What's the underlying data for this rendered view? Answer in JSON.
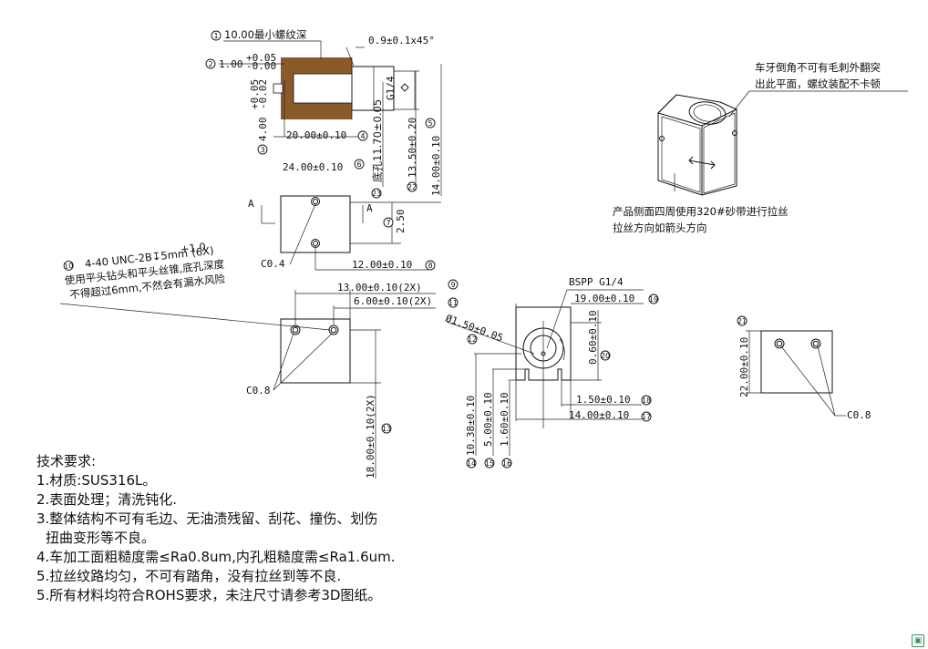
{
  "drawing": {
    "top_view": {
      "callouts": [
        {
          "num": "1",
          "text": "10.00最小螺纹深"
        },
        {
          "num": "2",
          "text": "1.00",
          "tol_plus": "+0.05",
          "tol_minus": "-0.00"
        },
        {
          "num": "3",
          "text": "4.00",
          "tol_plus": "+0.05",
          "tol_minus": "-0.02"
        },
        {
          "num": "4",
          "text": "20.00±0.10"
        },
        {
          "num": "5",
          "text": "13.50±0.20"
        },
        {
          "num": "6",
          "text": "24.00±0.10"
        },
        {
          "num": "22",
          "text": "14.00±0.10"
        },
        {
          "num": "23",
          "text": "底孔11.70±0.05"
        },
        {
          "num": "7",
          "text": "2.50"
        },
        {
          "num": "8",
          "text": "12.00±0.10"
        }
      ],
      "chamfer": "0.9±0.1x45°",
      "thread": "G1/4",
      "section_label": "A",
      "chamfer_note": "C0.4"
    },
    "front_view": {
      "note_num": "10",
      "note_lines": [
        "4-40 UNC-2B↧5mm",
        "使用平头钻头和平头丝锥,底孔深度",
        "不得超过6mm,不然会有漏水风险"
      ],
      "note_tol": "+1 0",
      "note_count": "(6X)",
      "callouts": [
        {
          "num": "9",
          "text": "13.00±0.10(2X)"
        },
        {
          "num": "11",
          "text": "6.00±0.10(2X)"
        },
        {
          "num": "13",
          "text": "18.00±0.10(2X)"
        }
      ],
      "chamfer_note": "C0.8"
    },
    "side_view": {
      "bspp": "BSPP G1/4",
      "callouts": [
        {
          "num": "12",
          "text": "Ø1.50±0.05"
        },
        {
          "num": "19",
          "text": "19.00±0.10"
        },
        {
          "num": "20",
          "text": "0.60±0.10"
        },
        {
          "num": "18",
          "text": "1.50±0.10"
        },
        {
          "num": "17",
          "text": "14.00±0.10"
        },
        {
          "num": "14",
          "text": "10.38±0.10"
        },
        {
          "num": "15",
          "text": "5.00±0.10"
        },
        {
          "num": "16",
          "text": "1.60±0.10"
        }
      ]
    },
    "right_view": {
      "callouts": [
        {
          "num": "21",
          "text": "22.00±0.10"
        }
      ],
      "chamfer_note": "C0.8"
    },
    "iso_view": {
      "note_top": [
        "车牙倒角不可有毛刺外翻突",
        "出此平面，螺纹装配不卡顿"
      ],
      "note_bottom": [
        "产品侧面四周使用320#砂带进行拉丝",
        "拉丝方向如箭头方向"
      ]
    }
  },
  "tech_requirements": {
    "title": "技术要求:",
    "items": [
      "1.材质:SUS316L。",
      "2.表面处理；清洗钝化.",
      "3.整体结构不可有毛边、无油渍残留、刮花、撞伤、划伤",
      "  扭曲变形等不良。",
      "4.车加工面粗糙度需≤Ra0.8um,内孔粗糙度需≤Ra1.6um.",
      "5.拉丝纹路均匀，不可有踏角，没有拉丝到等不良.",
      "5.所有材料均符合ROHS要求，未注尺寸请参考3D图纸。"
    ]
  }
}
